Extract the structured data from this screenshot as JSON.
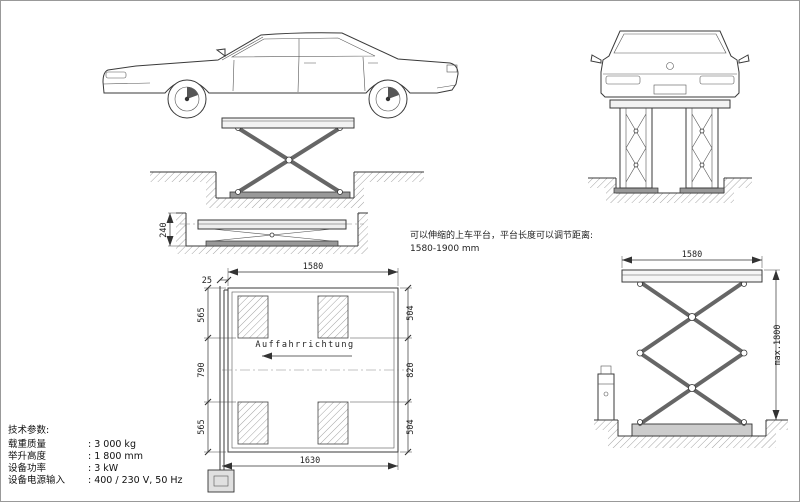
{
  "annotation": {
    "line1": "可以伸缩的上车平台，平台长度可以调节距离:",
    "line2": "1580-1900 mm"
  },
  "tech_params": {
    "title": "技术参数:",
    "rows": [
      {
        "label": "载重质量",
        "value": ": 3 000 kg"
      },
      {
        "label": "举升高度",
        "value": ": 1 800 mm"
      },
      {
        "label": "设备功率",
        "value": ": 3 kW"
      },
      {
        "label": "设备电源输入",
        "value": ": 400 / 230 V, 50 Hz"
      }
    ]
  },
  "plan_view": {
    "direction_label": "Auffahrrichtung",
    "dim_top": "1580",
    "dim_offset": "25",
    "dim_left_top": "565",
    "dim_left_mid": "790",
    "dim_left_bottom": "565",
    "dim_right_top": "504",
    "dim_right_mid": "820",
    "dim_right_bottom": "504",
    "dim_bottom": "1630"
  },
  "pit_view": {
    "dim_depth": "240"
  },
  "lift_view": {
    "dim_width": "1580",
    "dim_height": "max.1800"
  }
}
